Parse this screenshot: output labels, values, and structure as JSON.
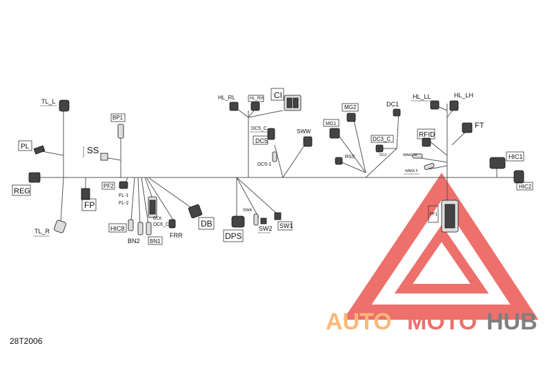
{
  "diagram_code": "28T2006",
  "watermark": {
    "part1": "AUTO",
    "part2": "MOTO",
    "part3": "HUB"
  },
  "colors": {
    "wire": "#555555",
    "watermark_red": "#e8413c",
    "watermark_orange": "#f5a24a",
    "watermark_gray": "#555555"
  },
  "labels": {
    "TL_L": "TL_L",
    "PL": "PL",
    "REG": "REG",
    "TL_R": "TL_R",
    "FP": "FP",
    "SS": "SS",
    "BP1": "BP1",
    "PF2": "PF2",
    "FL1": "FL-1",
    "FL2": "FL-2",
    "HIC8": "HIC8",
    "BN2": "BN2",
    "BN1": "BN1",
    "DC6": "DC6",
    "DC6C": "DC6_C",
    "FRR": "FRR",
    "DB": "DB",
    "DPS": "DPS",
    "SW4": "SW4",
    "SW2": "SW2",
    "SW1": "SW1",
    "HLRL": "HL_RL",
    "HLRH": "HL_RH",
    "CI": "CI",
    "DC5C": "DC5_C",
    "DC5": "DC5",
    "DC51": "DC5-1",
    "SWW": "SWW",
    "MG1": "MG1",
    "MG2": "MG2",
    "RSS": "RSS",
    "DC1": "DC1",
    "DC3C": "DC3_C",
    "DC3": "DC3",
    "WAKEM": "WAKE M",
    "WAKEF": "WAKE F",
    "RFID": "RFID",
    "HLLL": "HL_LL",
    "HLLH": "HL_LH",
    "FT": "FT",
    "HIC1": "HIC1",
    "HIC2": "HIC2",
    "PF1": "PF1"
  }
}
